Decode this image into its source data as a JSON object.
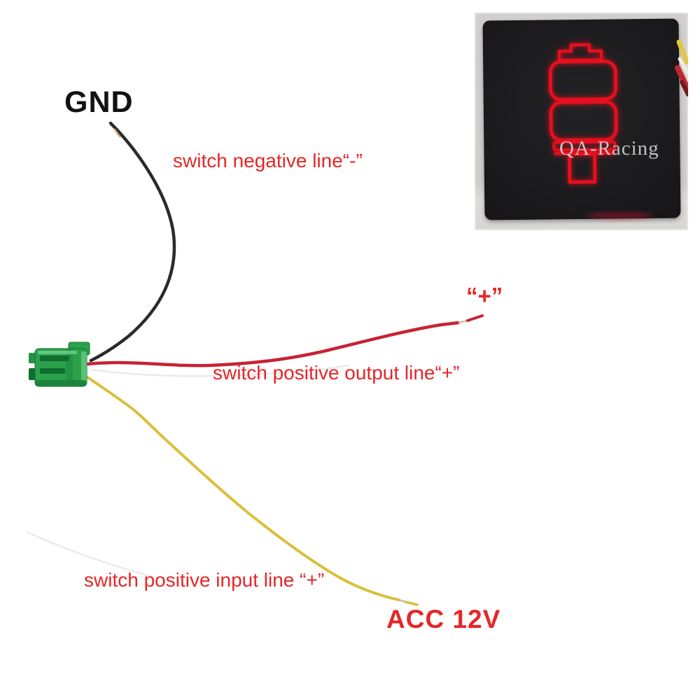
{
  "labels": {
    "gnd": "GND",
    "negative_line": "switch negative line“-”",
    "plus": "“+”",
    "positive_output": "switch positive output line“+”",
    "positive_input": "switch positive input line “+”",
    "acc": "ACC 12V"
  },
  "watermark": "QA-Racing",
  "icons": {
    "button_symbol": "air-suspension-switch-symbol"
  },
  "colors": {
    "label_red": "#e62628",
    "label_black": "#121212",
    "wire_black": "#2b2b2b",
    "wire_red": "#c62334",
    "wire_yellow": "#d9bf3c",
    "wire_white": "#eceae7",
    "connector_green": "#2ba14b",
    "connector_green_dark": "#0f6e2e",
    "connector_green_light": "#6ed08d",
    "photo_bg": "#d2d0ce",
    "button_face": "#1c1b1d",
    "icon_red": "#e50f1e",
    "watermark_gray": "#d8d8d8"
  }
}
